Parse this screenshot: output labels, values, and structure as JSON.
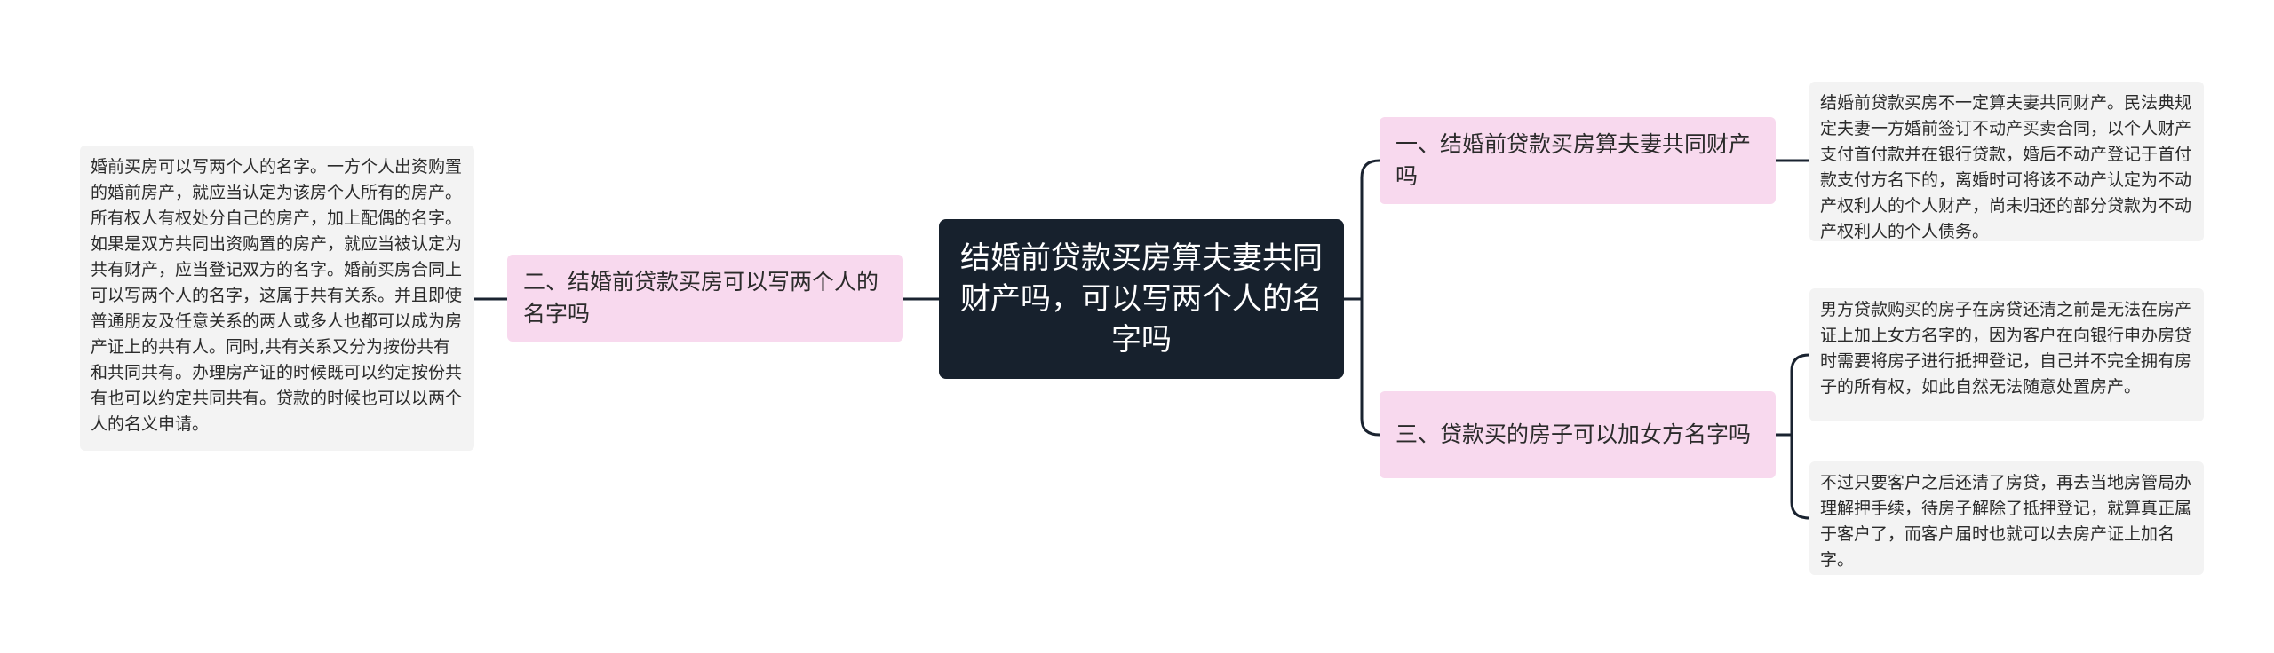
{
  "mindmap": {
    "root": {
      "text": "结婚前贷款买房算夫妻共同财产吗，可以写两个人的名字吗"
    },
    "branches": [
      {
        "label": "一、结婚前贷款买房算夫妻共同财产吗",
        "details": [
          "结婚前贷款买房不一定算夫妻共同财产。民法典规定夫妻一方婚前签订不动产买卖合同，以个人财产支付首付款并在银行贷款，婚后不动产登记于首付款支付方名下的，离婚时可将该不动产认定为不动产权利人的个人财产，尚未归还的部分贷款为不动产权利人的个人债务。"
        ]
      },
      {
        "label": "二、结婚前贷款买房可以写两个人的名字吗",
        "details": [
          "婚前买房可以写两个人的名字。一方个人出资购置的婚前房产，就应当认定为该房个人所有的房产。所有权人有权处分自己的房产，加上配偶的名字。如果是双方共同出资购置的房产，就应当被认定为共有财产，应当登记双方的名字。婚前买房合同上可以写两个人的名字，这属于共有关系。并且即使普通朋友及任意关系的两人或多人也都可以成为房产证上的共有人。同时,共有关系又分为按份共有和共同共有。办理房产证的时候既可以约定按份共有也可以约定共同共有。贷款的时候也可以以两个人的名义申请。"
        ]
      },
      {
        "label": "三、贷款买的房子可以加女方名字吗",
        "details": [
          "男方贷款购买的房子在房贷还清之前是无法在房产证上加上女方名字的，因为客户在向银行申办房贷时需要将房子进行抵押登记，自己并不完全拥有房子的所有权，如此自然无法随意处置房产。",
          "不过只要客户之后还清了房贷，再去当地房管局办理解押手续，待房子解除了抵押登记，就算真正属于客户了，而客户届时也就可以去房产证上加名字。"
        ]
      }
    ]
  },
  "colors": {
    "root_bg": "#17212d",
    "branch_bg": "#f8d9ee",
    "leaf_bg": "#f3f3f3",
    "connector": "#1a2330"
  }
}
